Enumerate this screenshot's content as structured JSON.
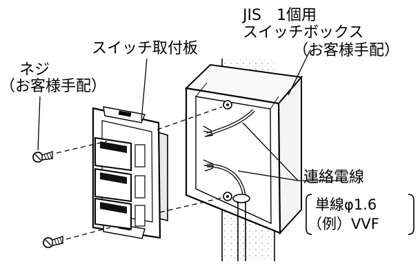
{
  "labels": {
    "screw_title": "ネジ",
    "screw_note": "（お客様手配）",
    "plate": "スイッチ取付板",
    "box_line1": "JIS　1個用",
    "box_line2": "スイッチボックス",
    "box_note": "（お客様手配）",
    "wire": "連絡電線",
    "spec_line1": "単線φ1.6",
    "spec_line2": "（例）VVF"
  }
}
